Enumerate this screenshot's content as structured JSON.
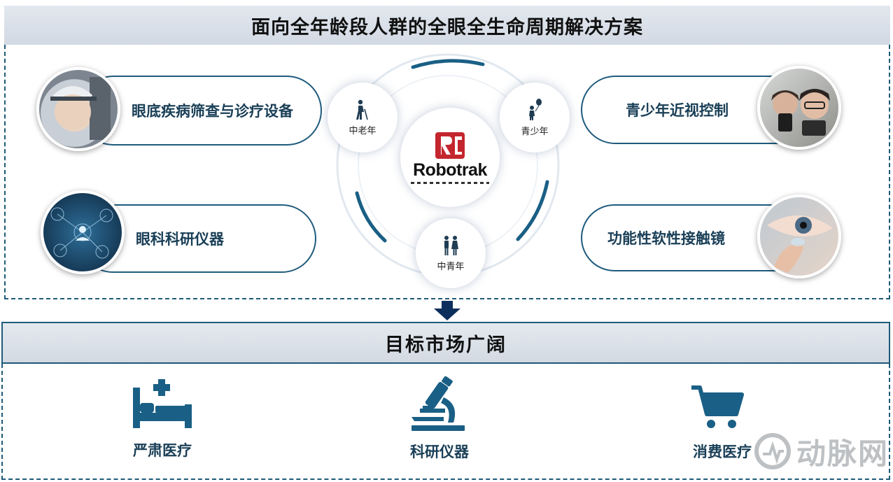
{
  "header": {
    "title": "面向全年龄段人群的全眼全生命周期解决方案"
  },
  "solutions": {
    "fundus": "眼底疾病筛查与诊疗设备",
    "research": "眼科科研仪器",
    "myopia": "青少年近视控制",
    "contact_lens": "功能性软性接触镜"
  },
  "lifecycle": {
    "elderly": "中老年",
    "youth": "青少年",
    "middle": "中青年"
  },
  "logo": {
    "text": "Robotrak"
  },
  "market": {
    "title": "目标市场广阔",
    "items": [
      "严肃医疗",
      "科研仪器",
      "消费医疗"
    ]
  },
  "watermark": "动脉网",
  "colors": {
    "primary": "#1a5f85",
    "border": "#1e5a78",
    "logo_red": "#c4262e"
  }
}
